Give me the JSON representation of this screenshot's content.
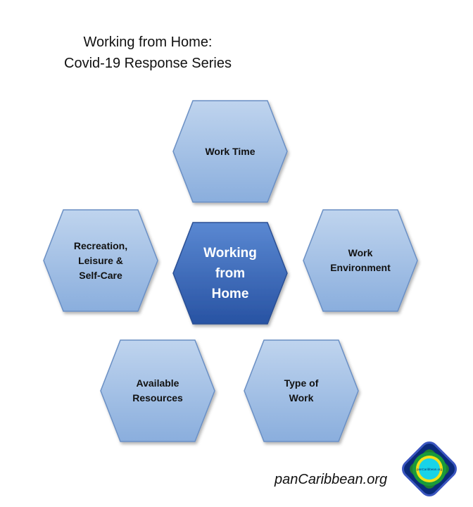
{
  "title": {
    "line1": "Working from Home:",
    "line2": "Covid-19 Response Series"
  },
  "center": {
    "lines": [
      "Working",
      "from",
      "Home"
    ]
  },
  "hexagons": [
    {
      "id": "work-time",
      "lines": [
        "Work Time"
      ]
    },
    {
      "id": "recreation",
      "lines": [
        "Recreation,",
        "Leisure &",
        "Self-Care"
      ]
    },
    {
      "id": "work-environment",
      "lines": [
        "Work",
        "Environment"
      ]
    },
    {
      "id": "available-resources",
      "lines": [
        "Available",
        "Resources"
      ]
    },
    {
      "id": "type-of-work",
      "lines": [
        "Type of",
        "Work"
      ]
    }
  ],
  "footer": {
    "site": "panCaribbean.org"
  },
  "logo": {
    "text": "panCaribbean.org"
  },
  "colors": {
    "outer_fill_top": "#b6cdea",
    "outer_fill_bottom": "#8db0de",
    "outer_stroke": "#5b80b8",
    "center_fill_top": "#5584d0",
    "center_fill_bottom": "#2a57a8"
  }
}
